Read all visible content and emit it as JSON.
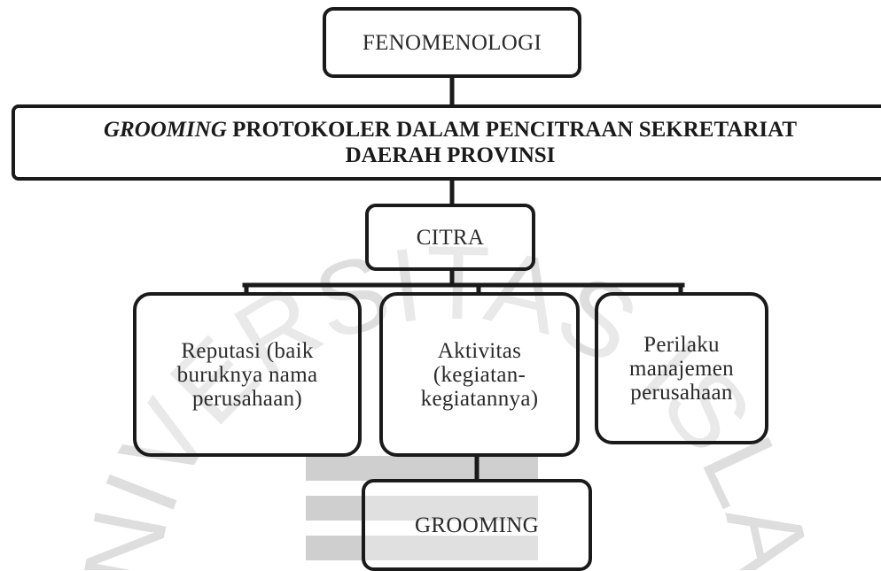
{
  "diagram": {
    "root": {
      "label": "FENOMENOLOGI"
    },
    "title": {
      "italic_part": "GROOMING",
      "line1_rest": " PROTOKOLER DALAM PENCITRAAN SEKRETARIAT",
      "line2": "DAERAH PROVINSI"
    },
    "citra": {
      "label": "CITRA"
    },
    "children": [
      {
        "lines": [
          "Reputasi (baik",
          "buruknya nama",
          "perusahaan)"
        ]
      },
      {
        "lines": [
          "Aktivitas",
          "(kegiatan-",
          "kegiatannya)"
        ]
      },
      {
        "lines": [
          "Perilaku",
          "manajemen",
          "perusahaan"
        ]
      }
    ],
    "grooming": {
      "label": "GROOMING"
    }
  },
  "watermark": {
    "text": "UNIVERSITAS ISLAM",
    "color": "#d8d8d8"
  },
  "colors": {
    "border": "#1a1a1a",
    "background": "#ffffff"
  }
}
